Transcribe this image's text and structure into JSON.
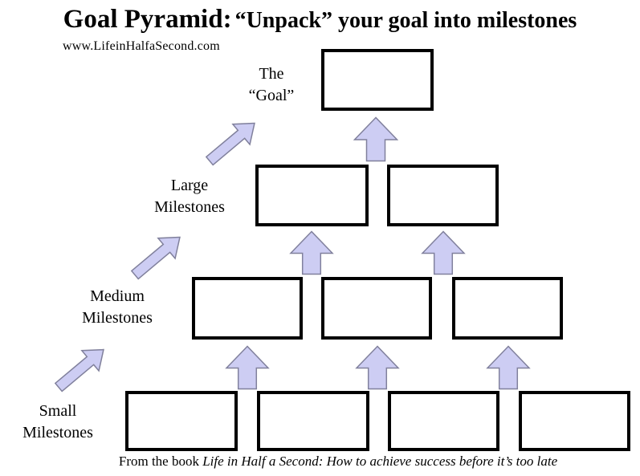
{
  "title": {
    "primary": "Goal Pyramid:",
    "secondary": "“Unpack” your goal into milestones"
  },
  "website": "www.LifeinHalfaSecond.com",
  "labels": {
    "goal": {
      "line1": "The",
      "line2": "“Goal”"
    },
    "large": {
      "line1": "Large",
      "line2": "Milestones"
    },
    "medium": {
      "line1": "Medium",
      "line2": "Milestones"
    },
    "small": {
      "line1": "Small",
      "line2": "Milestones"
    }
  },
  "pyramid": {
    "rows": [
      {
        "name": "goal",
        "box_count": 1,
        "up_arrows_below": 1
      },
      {
        "name": "large-milestones",
        "box_count": 2,
        "up_arrows_below": 2
      },
      {
        "name": "medium-milestones",
        "box_count": 3,
        "up_arrows_below": 3
      },
      {
        "name": "small-milestones",
        "box_count": 4,
        "up_arrows_below": 0
      }
    ],
    "diagonal_arrow_count": 3
  },
  "icons": {
    "up_arrow": "block-arrow-up",
    "diagonal_arrow": "block-arrow-up-right"
  },
  "colors": {
    "arrow_fill": "#cdcdf3",
    "arrow_border": "#80809c",
    "box_border": "#000000",
    "text": "#000000"
  },
  "footer": {
    "prefix": "From the book ",
    "book_title": "Life in Half a Second: How to achieve success before it’s too late"
  }
}
